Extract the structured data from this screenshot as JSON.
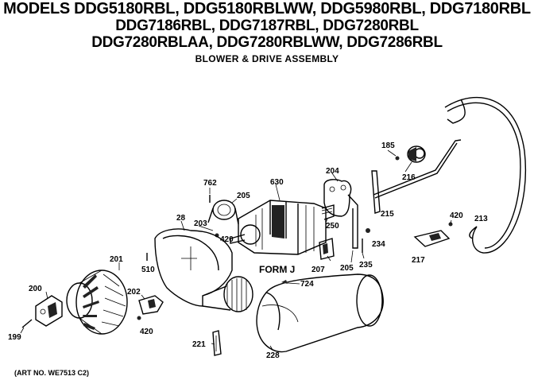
{
  "header": {
    "models_line1": "MODELS DDG5180RBL, DDG5180RBLWW, DDG5980RBL, DDG7180RBL",
    "models_line2": "DDG7186RBL, DDG7187RBL, DDG7280RBL",
    "models_line3": "DDG7280RBLAA, DDG7280RBLWW, DDG7286RBL",
    "subtitle": "BLOWER & DRIVE ASSEMBLY"
  },
  "footer": {
    "art_no": "(ART NO. WE7513 C2)"
  },
  "parts": {
    "p762": "762",
    "p630": "630",
    "p205": "205",
    "p203": "203",
    "p420a": "420",
    "p28": "28",
    "p510": "510",
    "p201": "201",
    "p200": "200",
    "p199": "199",
    "p202": "202",
    "p420b": "420",
    "p221": "221",
    "p228": "228",
    "p724": "724",
    "p207": "207",
    "p205b": "205",
    "p235": "235",
    "p234": "234",
    "p250": "250",
    "p204": "204",
    "p215": "215",
    "p185": "185",
    "p216": "216",
    "p217": "217",
    "p420c": "420",
    "p213": "213"
  },
  "form_label": "FORM J"
}
